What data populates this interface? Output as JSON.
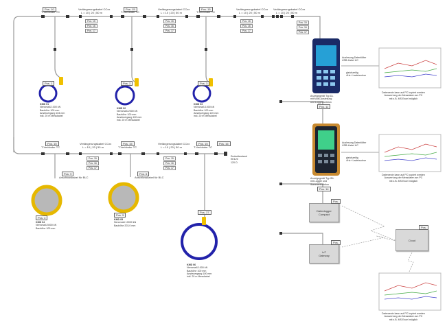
{
  "top_line": {
    "pos10": "Pos. 10",
    "t_verb": "T-Verbinder TC",
    "pos15": "Pos. 15",
    "kabel_title": "Verlängerungskabel CCxx",
    "kabel_len": "L = 10 | 20 | 50 m",
    "stack": [
      "Pos. 15",
      "Pos. 16",
      "Pos. 17"
    ]
  },
  "sensors_top": [
    {
      "pos": "Pos. 1",
      "lines": [
        "KMD 01",
        "Nennmaß 1000 kN",
        "Bauhöhe 100 mm",
        "Ansteuergang 104 mm",
        "inkl. 20 m Messkabel"
      ]
    },
    {
      "pos": "Pos. 2",
      "lines": [
        "KMD 02",
        "Nennmaß 2000 kN",
        "Bauhöhe 100 mm",
        "Ansteuergang 100 mm",
        "inkl. 20 m Messkabel"
      ]
    },
    {
      "pos": "Pos. 3",
      "lines": [
        "KMD 03",
        "Nennmaß 1000 kN",
        "Bauhöhe 100 mm",
        "Ansteuergang 120 mm",
        "inkl. 20 m Messkabel"
      ]
    }
  ],
  "sensors_bottom": [
    {
      "pos": "Pos. 4",
      "lines": [
        "KMD 04",
        "Nennmaß 5000 kN",
        "Bauhöhe 100 mm"
      ]
    },
    {
      "pos": "Pos. 5",
      "lines": [
        "KMD 05",
        "Nennmaß 10000 kN",
        "Bauhöhe 203,0 mm"
      ]
    },
    {
      "pos": "Pos. 27",
      "lines": [
        "KMD 06",
        "Nennmaß 1000 kN",
        "Bauhöhe 100 mm",
        "Ansteuergang 100 mm",
        "inkl. 20 m Messkabel"
      ]
    }
  ],
  "anschluss": {
    "pos": "Pos. 9",
    "label": "Anschlusskabel für BLC"
  },
  "anschluss2": {
    "pos": "Pos. 6",
    "label": "Anschlusskabel für BLC"
  },
  "end_resistor": {
    "pos": "Pos. 16",
    "lines": [
      "Endwiderstand",
      "EK120",
      "120 Ω"
    ]
  },
  "device1": {
    "usb": "Auslesung Datenlüfter\nUSB-Kabel UC",
    "akku": "gleichzeitig\n4Hz+ Ladebuchse",
    "name": "Anzeigegerät Typ DL\nmit Multi-Auslesung\nund Loggerfunktion",
    "pos": "Pos. 11",
    "note": "Datenreste kann auf PC kopiert werden\nAuswertung der Messdaten am PC\nmit z.B. MS Excel möglich"
  },
  "device2": {
    "usb": "Auslesung Datenlüfter\nUSB-Kabel UC",
    "akku": "gleichzeitig\n4Hz+ Ladebuchse",
    "name": "Anzeigegerät Typ IDL\nmit Logger und\nSummenfunktion",
    "pos": "Pos. 14",
    "note": "Datenreste kann auf PC kopiert werden\nAuswertung der Messdaten am PC\nmit z.B. MS Excel möglich"
  },
  "datalogger": {
    "label": "Datenlogger\nCompact",
    "pos": "Pos."
  },
  "gateway": {
    "label": "IoT\nGateway",
    "pos": "Pos."
  },
  "cloud": {
    "label": "Cloud",
    "pos": "Pos."
  },
  "bottom_note": "Datenreste kann auf PC kopiert werden\nAuswertung der Messdaten am PC\nmit z.B. MS Excel möglich",
  "colors": {
    "cable": "#999999",
    "coil_blue": "#2222aa",
    "coil_yellow": "#e6b800",
    "plug_yellow": "#f0c000",
    "device_blue": "#1a2a66",
    "device_orange": "#c88a30"
  }
}
